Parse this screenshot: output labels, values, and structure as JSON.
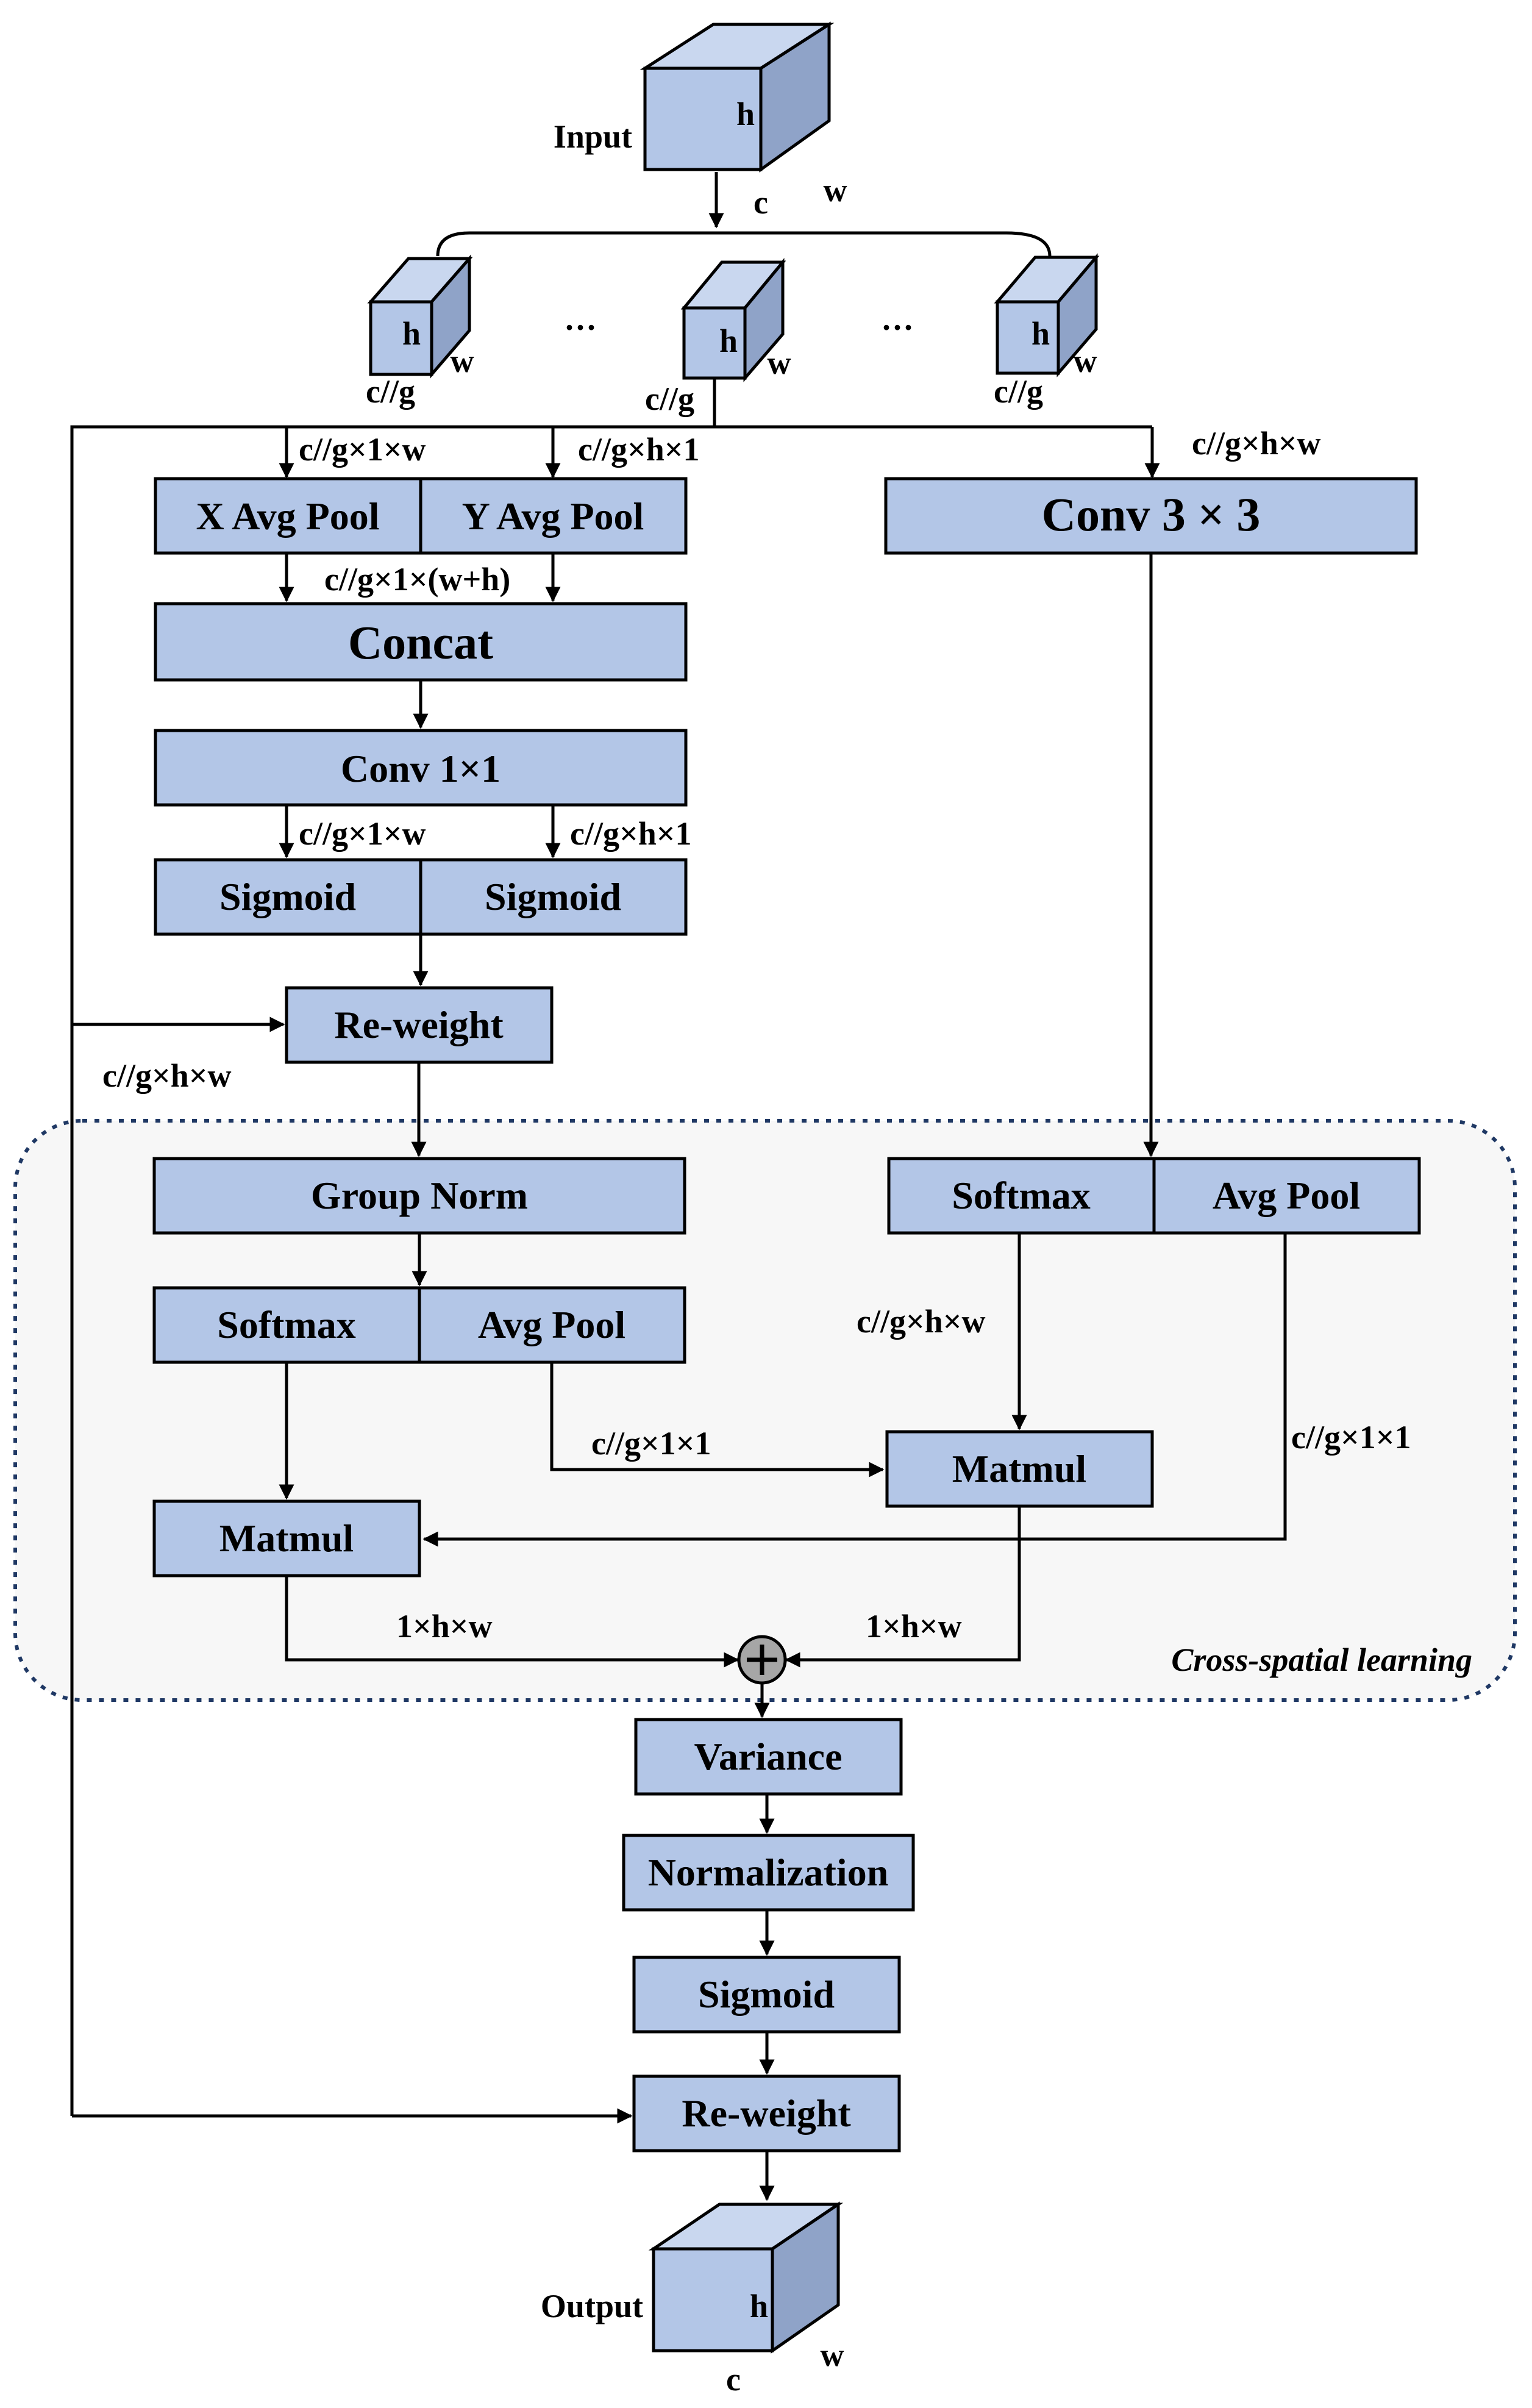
{
  "input": {
    "label": "Input",
    "h": "h",
    "c": "c",
    "w": "w"
  },
  "groups": {
    "h": "h",
    "w": "w",
    "cg": "c//g",
    "ellipsis": "···"
  },
  "dims": {
    "x_pool_in": "c//g×1×w",
    "y_pool_in": "c//g×h×1",
    "conv3_in": "c//g×h×w",
    "concat_in": "c//g×1×(w+h)",
    "sig_left_in": "c//g×1×w",
    "sig_right_in": "c//g×h×1",
    "reweight_in": "c//g×h×w",
    "right_softmax_out": "c//g×h×w",
    "left_avgpool_out": "c//g×1×1",
    "right_avgpool_out": "c//g×1×1",
    "left_matmul_out": "1×h×w",
    "right_matmul_out": "1×h×w"
  },
  "blocks": {
    "x_avg_pool": "X Avg Pool",
    "y_avg_pool": "Y Avg Pool",
    "conv3x3": "Conv 3 × 3",
    "concat": "Concat",
    "conv1x1": "Conv 1×1",
    "sigmoid_left": "Sigmoid",
    "sigmoid_right": "Sigmoid",
    "reweight_top": "Re-weight",
    "group_norm": "Group Norm",
    "softmax_left": "Softmax",
    "avg_pool_left": "Avg Pool",
    "softmax_right": "Softmax",
    "avg_pool_right": "Avg Pool",
    "matmul_right": "Matmul",
    "matmul_left": "Matmul",
    "variance": "Variance",
    "normalization": "Normalization",
    "sigmoid_bottom": "Sigmoid",
    "reweight_bottom": "Re-weight"
  },
  "region": {
    "label": "Cross-spatial learning"
  },
  "output": {
    "label": "Output",
    "h": "h",
    "c": "c",
    "w": "w"
  },
  "colors": {
    "box_fill": "#b3c6e7",
    "cube_side": "#8fa3c8",
    "cube_top": "#c9d7ef",
    "region_fill": "#f7f7f7",
    "region_border": "#1f3864",
    "plus_fill": "#a6a6a6"
  }
}
